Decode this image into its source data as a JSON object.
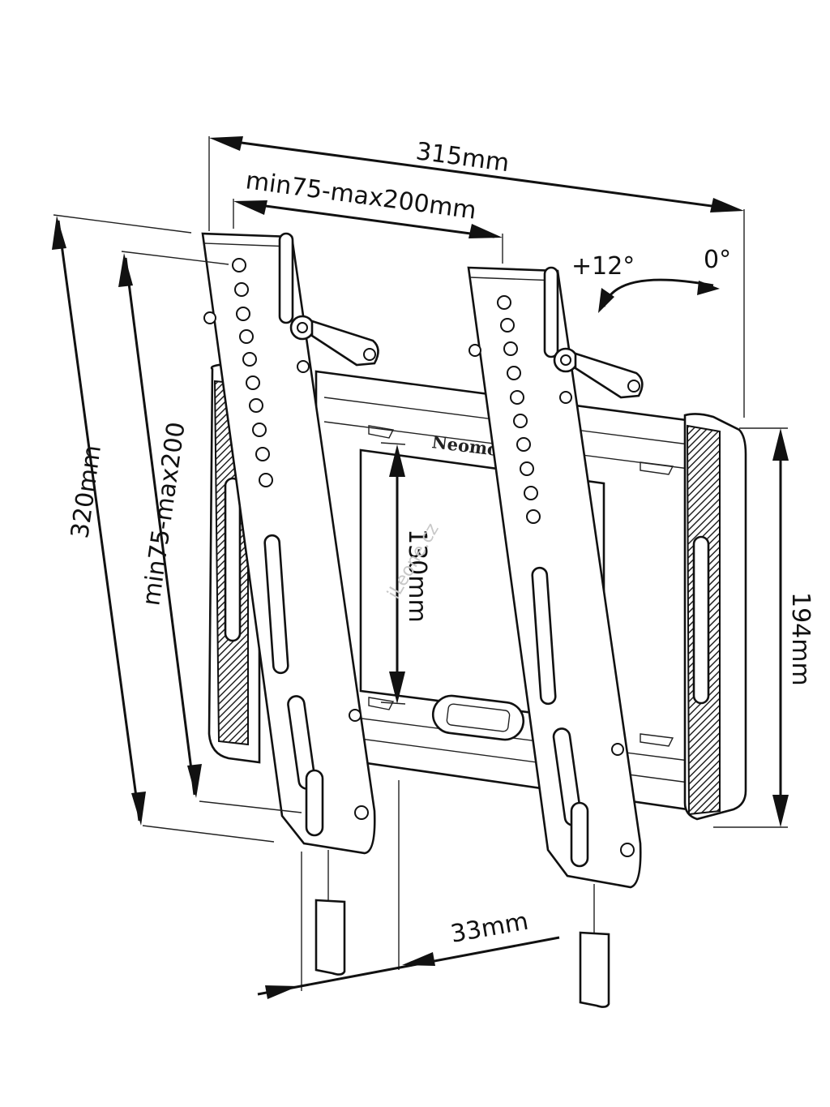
{
  "diagram": {
    "labels": {
      "width_total": "315mm",
      "horizontal_spacing": "min75-max200mm",
      "tilt_plus": "+12°",
      "tilt_zero": "0°",
      "height_total": "320mm",
      "vertical_spacing": "min75-max200",
      "plate_height": "130mm",
      "depth_height": "194mm",
      "wall_distance": "33mm"
    },
    "brand_text": "Neomo",
    "watermark": "iLeone.cz",
    "colors": {
      "line": "#111111",
      "pad_fill": "#2a2a2a",
      "background": "#ffffff"
    }
  }
}
